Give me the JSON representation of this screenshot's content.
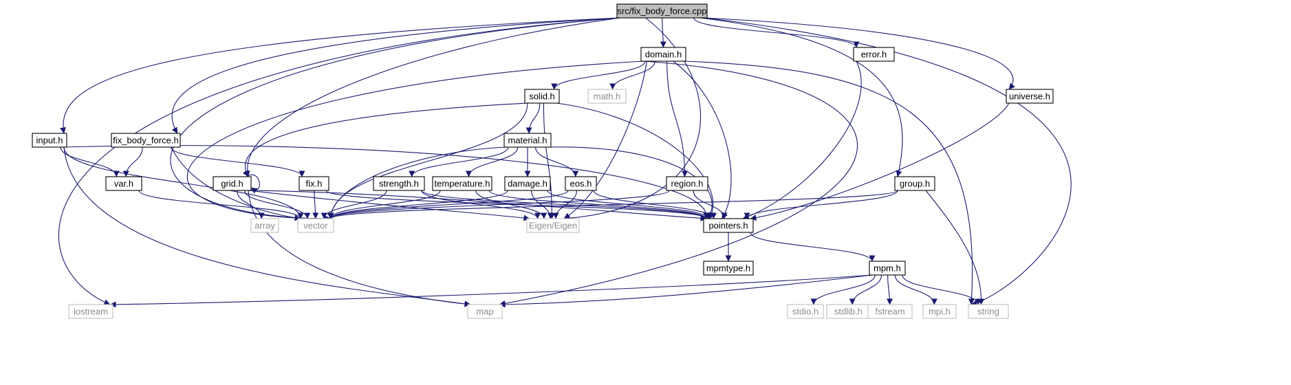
{
  "graph": {
    "nodes": [
      {
        "id": "root",
        "label": "src/fix_body_force.cpp",
        "kind": "root"
      },
      {
        "id": "domain",
        "label": "domain.h",
        "kind": "file"
      },
      {
        "id": "error",
        "label": "error.h",
        "kind": "file"
      },
      {
        "id": "universe",
        "label": "universe.h",
        "kind": "file"
      },
      {
        "id": "solid",
        "label": "solid.h",
        "kind": "file"
      },
      {
        "id": "math",
        "label": "math.h",
        "kind": "system"
      },
      {
        "id": "input",
        "label": "input.h",
        "kind": "file"
      },
      {
        "id": "fixbf",
        "label": "fix_body_force.h",
        "kind": "file"
      },
      {
        "id": "material",
        "label": "material.h",
        "kind": "file"
      },
      {
        "id": "grid",
        "label": "grid.h",
        "kind": "file"
      },
      {
        "id": "var",
        "label": "var.h",
        "kind": "file"
      },
      {
        "id": "fix",
        "label": "fix.h",
        "kind": "file"
      },
      {
        "id": "strength",
        "label": "strength.h",
        "kind": "file"
      },
      {
        "id": "temperature",
        "label": "temperature.h",
        "kind": "file"
      },
      {
        "id": "damage",
        "label": "damage.h",
        "kind": "file"
      },
      {
        "id": "eos",
        "label": "eos.h",
        "kind": "file"
      },
      {
        "id": "region",
        "label": "region.h",
        "kind": "file"
      },
      {
        "id": "group",
        "label": "group.h",
        "kind": "file"
      },
      {
        "id": "array",
        "label": "array",
        "kind": "system"
      },
      {
        "id": "vector",
        "label": "vector",
        "kind": "system"
      },
      {
        "id": "eigen",
        "label": "Eigen/Eigen",
        "kind": "system"
      },
      {
        "id": "pointers",
        "label": "pointers.h",
        "kind": "file"
      },
      {
        "id": "mpmtype",
        "label": "mpmtype.h",
        "kind": "file"
      },
      {
        "id": "mpm",
        "label": "mpm.h",
        "kind": "file"
      },
      {
        "id": "iostream",
        "label": "iostream",
        "kind": "system"
      },
      {
        "id": "map",
        "label": "map",
        "kind": "system"
      },
      {
        "id": "stdio",
        "label": "stdio.h",
        "kind": "system"
      },
      {
        "id": "stdlib",
        "label": "stdlib.h",
        "kind": "system"
      },
      {
        "id": "fstream",
        "label": "fstream",
        "kind": "system"
      },
      {
        "id": "mpi",
        "label": "mpi.h",
        "kind": "system"
      },
      {
        "id": "string",
        "label": "string",
        "kind": "system"
      }
    ],
    "edges": [
      {
        "from": "root",
        "to": "domain"
      },
      {
        "from": "root",
        "to": "error"
      },
      {
        "from": "root",
        "to": "universe"
      },
      {
        "from": "root",
        "to": "group"
      },
      {
        "from": "root",
        "to": "input"
      },
      {
        "from": "root",
        "to": "fixbf"
      },
      {
        "from": "root",
        "to": "grid"
      },
      {
        "from": "root",
        "to": "vector"
      },
      {
        "from": "root",
        "to": "eigen"
      },
      {
        "from": "root",
        "to": "iostream"
      },
      {
        "from": "root",
        "to": "string"
      },
      {
        "from": "domain",
        "to": "solid"
      },
      {
        "from": "domain",
        "to": "math"
      },
      {
        "from": "domain",
        "to": "region"
      },
      {
        "from": "domain",
        "to": "vector"
      },
      {
        "from": "domain",
        "to": "eigen"
      },
      {
        "from": "domain",
        "to": "pointers"
      },
      {
        "from": "domain",
        "to": "map"
      },
      {
        "from": "domain",
        "to": "string"
      },
      {
        "from": "error",
        "to": "pointers"
      },
      {
        "from": "universe",
        "to": "pointers"
      },
      {
        "from": "solid",
        "to": "material"
      },
      {
        "from": "solid",
        "to": "grid"
      },
      {
        "from": "solid",
        "to": "vector"
      },
      {
        "from": "solid",
        "to": "eigen"
      },
      {
        "from": "solid",
        "to": "pointers"
      },
      {
        "from": "input",
        "to": "var"
      },
      {
        "from": "input",
        "to": "vector"
      },
      {
        "from": "input",
        "to": "map"
      },
      {
        "from": "input",
        "to": "pointers"
      },
      {
        "from": "fixbf",
        "to": "var"
      },
      {
        "from": "fixbf",
        "to": "fix"
      },
      {
        "from": "fixbf",
        "to": "vector"
      },
      {
        "from": "material",
        "to": "strength"
      },
      {
        "from": "material",
        "to": "temperature"
      },
      {
        "from": "material",
        "to": "damage"
      },
      {
        "from": "material",
        "to": "eos"
      },
      {
        "from": "material",
        "to": "vector"
      },
      {
        "from": "material",
        "to": "pointers"
      },
      {
        "from": "grid",
        "to": "grid"
      },
      {
        "from": "grid",
        "to": "array"
      },
      {
        "from": "grid",
        "to": "vector"
      },
      {
        "from": "grid",
        "to": "map"
      },
      {
        "from": "grid",
        "to": "eigen"
      },
      {
        "from": "grid",
        "to": "pointers"
      },
      {
        "from": "var",
        "to": "vector"
      },
      {
        "from": "fix",
        "to": "vector"
      },
      {
        "from": "fix",
        "to": "pointers"
      },
      {
        "from": "strength",
        "to": "vector"
      },
      {
        "from": "strength",
        "to": "eigen"
      },
      {
        "from": "strength",
        "to": "pointers"
      },
      {
        "from": "temperature",
        "to": "vector"
      },
      {
        "from": "temperature",
        "to": "eigen"
      },
      {
        "from": "temperature",
        "to": "pointers"
      },
      {
        "from": "damage",
        "to": "vector"
      },
      {
        "from": "damage",
        "to": "eigen"
      },
      {
        "from": "damage",
        "to": "pointers"
      },
      {
        "from": "eos",
        "to": "vector"
      },
      {
        "from": "eos",
        "to": "eigen"
      },
      {
        "from": "eos",
        "to": "pointers"
      },
      {
        "from": "region",
        "to": "vector"
      },
      {
        "from": "region",
        "to": "pointers"
      },
      {
        "from": "group",
        "to": "vector"
      },
      {
        "from": "group",
        "to": "pointers"
      },
      {
        "from": "group",
        "to": "string"
      },
      {
        "from": "pointers",
        "to": "mpmtype"
      },
      {
        "from": "pointers",
        "to": "mpm"
      },
      {
        "from": "mpm",
        "to": "iostream"
      },
      {
        "from": "mpm",
        "to": "map"
      },
      {
        "from": "mpm",
        "to": "stdio"
      },
      {
        "from": "mpm",
        "to": "stdlib"
      },
      {
        "from": "mpm",
        "to": "fstream"
      },
      {
        "from": "mpm",
        "to": "mpi"
      },
      {
        "from": "mpm",
        "to": "string"
      }
    ]
  },
  "colors": {
    "edge": "#191970",
    "root_fill": "#bfbfbf",
    "node_border": "#000000",
    "system_border": "#bfbfbf",
    "system_text": "#8c8c8c",
    "text": "#000000"
  }
}
